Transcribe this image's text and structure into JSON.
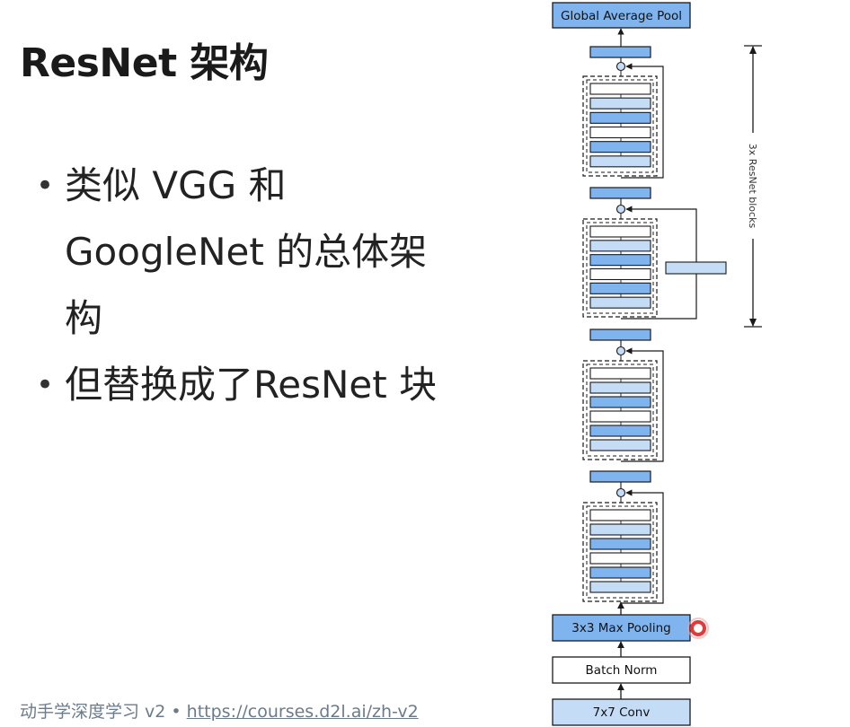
{
  "slide": {
    "title": "ResNet 架构",
    "bullets": [
      "类似 VGG 和 GoogleNet 的总体架构",
      "但替换成了ResNet 块"
    ],
    "bullet_lines": [
      [
        "类似 VGG 和",
        "GoogleNet 的总体架",
        "构"
      ],
      [
        "但替换成了ResNet 块"
      ]
    ],
    "bullet_symbol": "•",
    "footer": {
      "text": "动手学深度学习 v2 • ",
      "link": "https://courses.d2l.ai/zh-v2"
    }
  },
  "diagram": {
    "labels": {
      "top": "Global Average Pool",
      "maxpool": "3x3 Max Pooling",
      "batchnorm": "Batch Norm",
      "conv": "7x7 Conv",
      "side": "3x ResNet blocks"
    },
    "colors": {
      "blue": "#7fb4ee",
      "lightblue": "#c5dcf6",
      "white": "#ffffff",
      "stroke": "#1a1a1a",
      "cursor_ring": "#e23a3a"
    }
  }
}
